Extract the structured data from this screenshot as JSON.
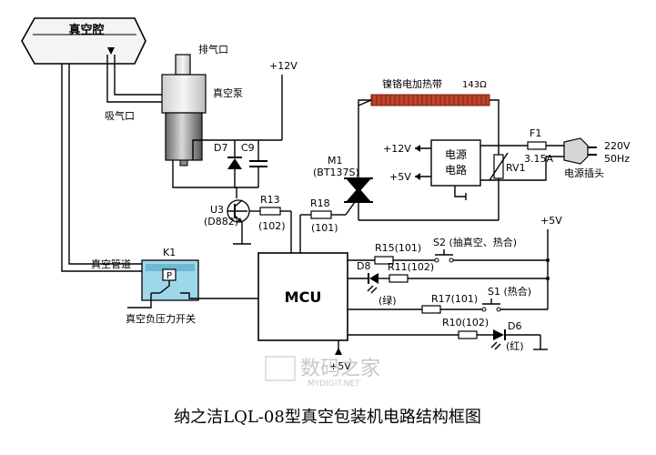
{
  "labels": {
    "vacuum_chamber": "真空腔",
    "exhaust_port": "排气口",
    "suction_port": "吸气口",
    "vacuum_pump": "真空泵",
    "plus12v_top": "+12V",
    "heating_strip": "镍铬电加热带",
    "heating_res": "143Ω",
    "d7": "D7",
    "c9": "C9",
    "m1": "M1",
    "m1_part": "(BT137S)",
    "power_circuit_1": "电源",
    "power_circuit_2": "电路",
    "plus12v_psu": "+12V",
    "plus5v_psu": "+5V",
    "rv1": "RV1",
    "f1": "F1",
    "fuse_rating": "3.15A",
    "mains_v": "220V",
    "mains_hz": "50Hz",
    "plug": "电源插头",
    "u3": "U3",
    "u3_part": "(D882)",
    "r13": "R13",
    "r13_val": "(102)",
    "r18": "R18",
    "r18_val": "(101)",
    "plus5v_right": "+5V",
    "k1": "K1",
    "k1_p": "P",
    "vacuum_pipe": "真空管道",
    "neg_pressure_switch": "真空负压力开关",
    "mcu": "MCU",
    "r15": "R15(101)",
    "s2": "S2 (抽真空、热合)",
    "d8": "D8",
    "d8_color": "(绿)",
    "r11": "R11(102)",
    "r17": "R17(101)",
    "s1": "S1 (热合)",
    "r10": "R10(102)",
    "d6": "D6",
    "d6_color": "(红)",
    "plus5v_mcu": "+5V",
    "watermark_cn": "数码之家",
    "watermark_en": "MYDIGIT.NET",
    "caption": "纳之洁LQL-08型真空包装机电路结构框图"
  },
  "colors": {
    "heater": "#c0432a",
    "relay_body": "#9fd7ea",
    "pump_motor_top": "#e0e0e0",
    "pump_motor_bottom": "#8c8c8c",
    "chamber_fill": "#f4f4f4"
  }
}
